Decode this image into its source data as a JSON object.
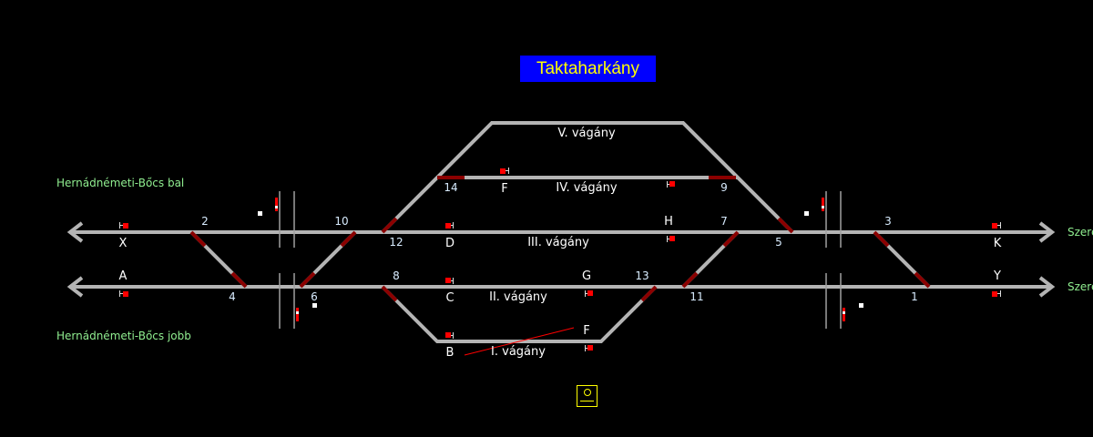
{
  "station": {
    "title": "Taktaharkány"
  },
  "directions": {
    "left_top": "Hernádnémeti-Bőcs bal",
    "left_bottom": "Hernádnémeti-Bőcs jobb",
    "right_top": "Szerencs",
    "right_bottom": "Szerencs"
  },
  "tracks": {
    "t1": "I. vágány",
    "t2": "II. vágány",
    "t3": "III. vágány",
    "t4": "IV. vágány",
    "t5": "V. vágány"
  },
  "signals": {
    "X": "X",
    "A": "A",
    "K": "K",
    "Y": "Y",
    "B": "B",
    "C": "C",
    "D": "D",
    "F1": "F",
    "F2": "F",
    "G": "G",
    "H": "H"
  },
  "switches": {
    "s1": "1",
    "s2": "2",
    "s3": "3",
    "s4": "4",
    "s5": "5",
    "s6": "6",
    "s7": "7",
    "s8": "8",
    "s9": "9",
    "s10": "10",
    "s11": "11",
    "s12": "12",
    "s13": "13",
    "s14": "14"
  },
  "colors": {
    "track": "#b4b4b4",
    "occupied": "#8b0000",
    "signal": "#ff0000",
    "title_bg": "#0000ff",
    "title_fg": "#ffff00",
    "direction": "#90ee90"
  }
}
